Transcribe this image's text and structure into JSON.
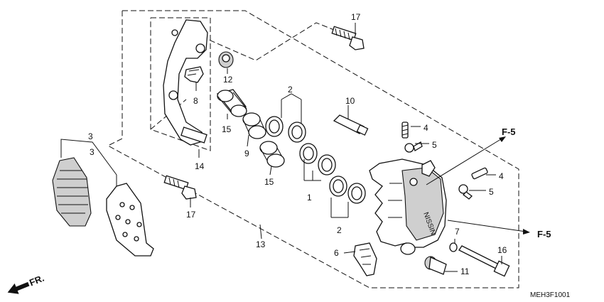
{
  "diagram": {
    "drawing_code": "MEH3F1001",
    "direction_label": "FR.",
    "frame_refs": [
      "F-5",
      "F-5"
    ],
    "callouts": {
      "c17a": "17",
      "c12": "12",
      "c2a": "2",
      "c10": "10",
      "c8": "8",
      "c15a": "15",
      "c9": "9",
      "c15b": "15",
      "c14": "14",
      "c3a": "3",
      "c3b": "3",
      "c1": "1",
      "c2b": "2",
      "c4a": "4",
      "c5a": "5",
      "c4b": "4",
      "c5b": "5",
      "c17b": "17",
      "c13": "13",
      "c7": "7",
      "c6": "6",
      "c16": "16",
      "c11": "11"
    }
  }
}
